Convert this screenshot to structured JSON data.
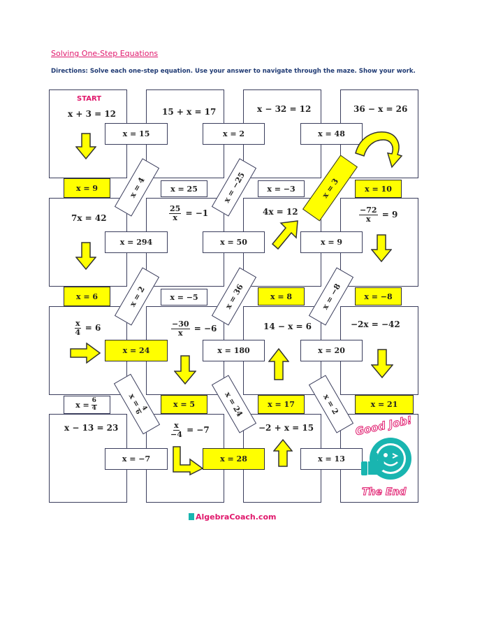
{
  "header": {
    "title": "Solving One-Step Equations",
    "directions": "Directions: Solve each one-step equation. Use your answer to navigate through the maze. Show your work."
  },
  "start_label": "START",
  "equations": {
    "r1c1": "x + 3 = 12",
    "r1c2": "15 + x = 17",
    "r1c3": "x − 32 = 12",
    "r1c4": "36 − x = 26",
    "r2c1": "7x = 42",
    "r2c2_num": "25",
    "r2c2_den": "x",
    "r2c2_rest": "= −1",
    "r2c3": "4x = 12",
    "r2c4_num": "−72",
    "r2c4_den": "x",
    "r2c4_rest": "= 9",
    "r3c1_num": "x",
    "r3c1_den": "4",
    "r3c1_rest": "= 6",
    "r3c2_num": "−30",
    "r3c2_den": "x",
    "r3c2_rest": "= −6",
    "r3c3": "14 − x = 6",
    "r3c4": "−2x = −42",
    "r4c1": "x − 13 = 23",
    "r4c2_num": "x",
    "r4c2_den": "−4",
    "r4c2_rest": "= −7",
    "r4c3": "−2 + x = 15"
  },
  "answers": {
    "a1": "x = 15",
    "a2": "x = 2",
    "a3": "x = 48",
    "a4": "x = 9",
    "a5": "x = 4",
    "a6": "x = 25",
    "a7": "x = −25",
    "a8": "x = −3",
    "a9": "x = 3",
    "a10": "x = 10",
    "a11": "x = 294",
    "a12": "x = 50",
    "a13": "x = 9",
    "a14": "x = 6",
    "a15": "x = 2",
    "a16": "x = −5",
    "a17": "x = 36",
    "a18": "x = 8",
    "a19": "x = −8",
    "a20": "x = −8",
    "a21": "x = 24",
    "a22": "x = 180",
    "a23": "x = 20",
    "a24_lhs": "x =",
    "a24_num": "6",
    "a24_den": "4",
    "a25_lhs": "x =",
    "a25_num": "4",
    "a25_den": "6",
    "a26": "x = 5",
    "a27": "x = 24",
    "a28": "x = 17",
    "a29": "x = 2",
    "a30": "x = 21",
    "a31": "x = −7",
    "a32": "x = 28",
    "a33": "x = 13"
  },
  "finish": {
    "good_job": "Good Job!",
    "the_end": "The End"
  },
  "footer": {
    "brand": "AlgebraCoach.com"
  },
  "colors": {
    "highlight": "#ffff00",
    "accent": "#e0186c",
    "teal": "#19b5b0",
    "border": "#3a3d5c"
  }
}
